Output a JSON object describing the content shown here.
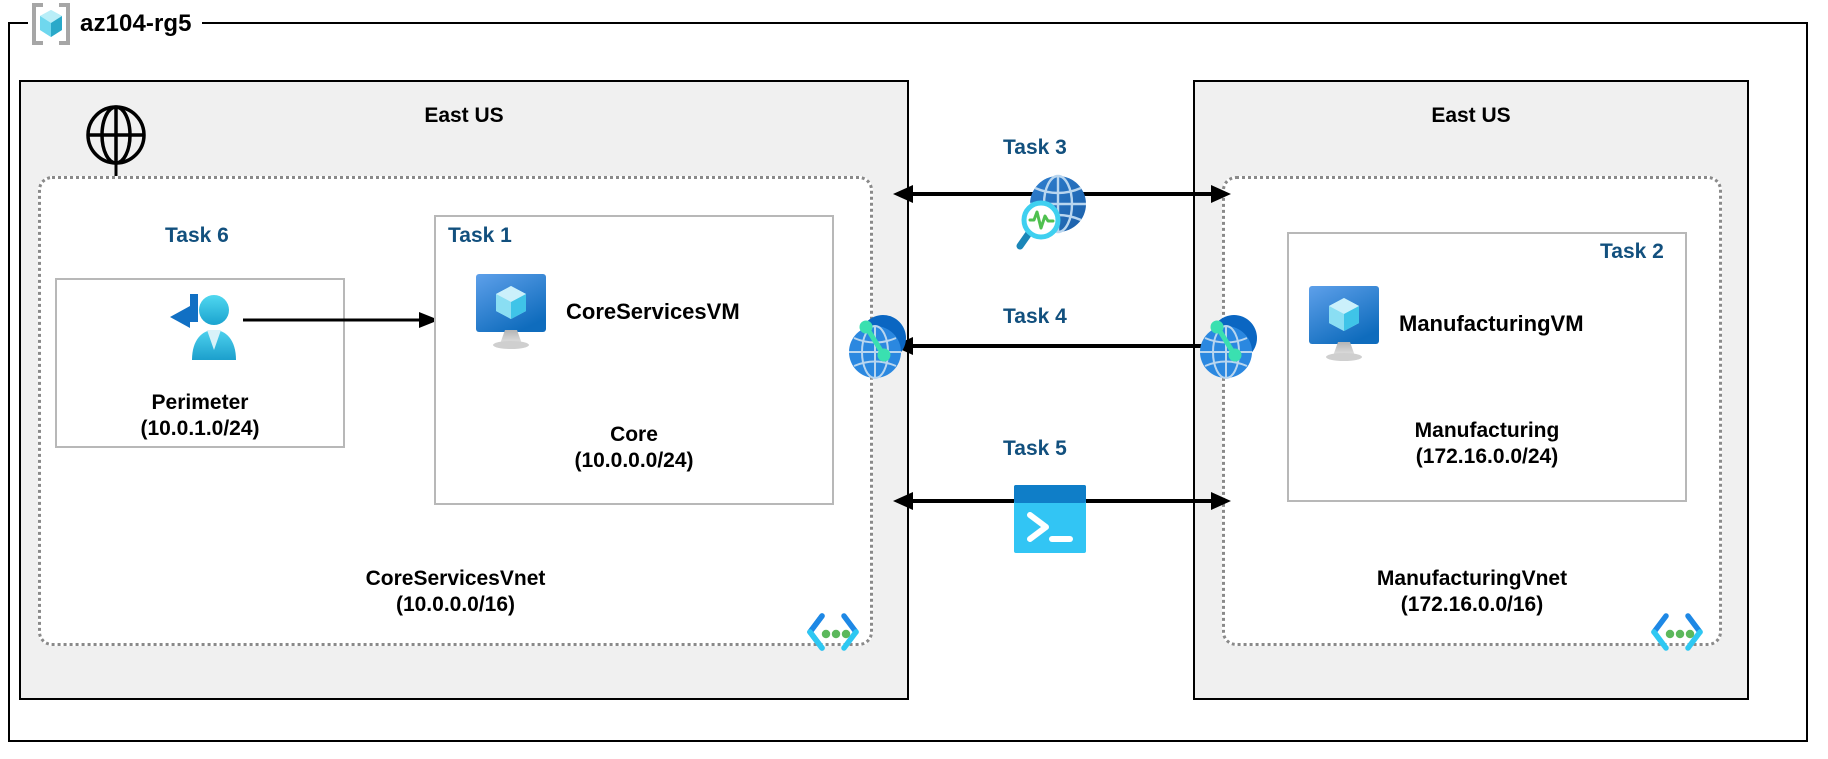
{
  "resource_group": {
    "name": "az104-rg5",
    "icon": "resource-group-cube-icon"
  },
  "regions": [
    {
      "id": "left",
      "title": "East US"
    },
    {
      "id": "right",
      "title": "East US"
    }
  ],
  "vnets": [
    {
      "id": "core",
      "name": "CoreServicesVnet",
      "cidr": "(10.0.0.0/16)",
      "peering_icon": "vnet-peering-code-icon"
    },
    {
      "id": "manufacturing",
      "name": "ManufacturingVnet",
      "cidr": "(172.16.0.0/16)",
      "peering_icon": "vnet-peering-code-icon"
    }
  ],
  "subnets": [
    {
      "id": "perimeter",
      "task": "Task 6",
      "name": "Perimeter",
      "cidr": "(10.0.1.0/24)",
      "icon": "bastion-user-icon"
    },
    {
      "id": "core",
      "task": "Task 1",
      "name": "Core",
      "cidr": "(10.0.0.0/24)",
      "vm": "CoreServicesVM",
      "icon": "virtual-machine-icon"
    },
    {
      "id": "manufacturing",
      "task": "Task 2",
      "name": "Manufacturing",
      "cidr": "(172.16.0.0/24)",
      "vm": "ManufacturingVM",
      "icon": "virtual-machine-icon"
    }
  ],
  "connections": [
    {
      "id": "task3",
      "label": "Task 3",
      "icon": "network-watcher-icon",
      "arrow": "double"
    },
    {
      "id": "task4",
      "label": "Task 4",
      "icon": "vnet-peering-globe-icon",
      "arrow": "double"
    },
    {
      "id": "task5",
      "label": "Task 5",
      "icon": "cloud-shell-terminal-icon",
      "arrow": "double"
    }
  ],
  "internet": {
    "icon": "globe-internet-icon"
  },
  "colors": {
    "task_label": "#12507e",
    "region_fill": "#f0f0f0",
    "region_border": "#000000",
    "vnet_border": "#8a8a8a",
    "subnet_border": "#b8b8b8",
    "azure_blue": "#0078d4",
    "azure_cyan": "#32bedd",
    "accent_green": "#5cb85c"
  }
}
